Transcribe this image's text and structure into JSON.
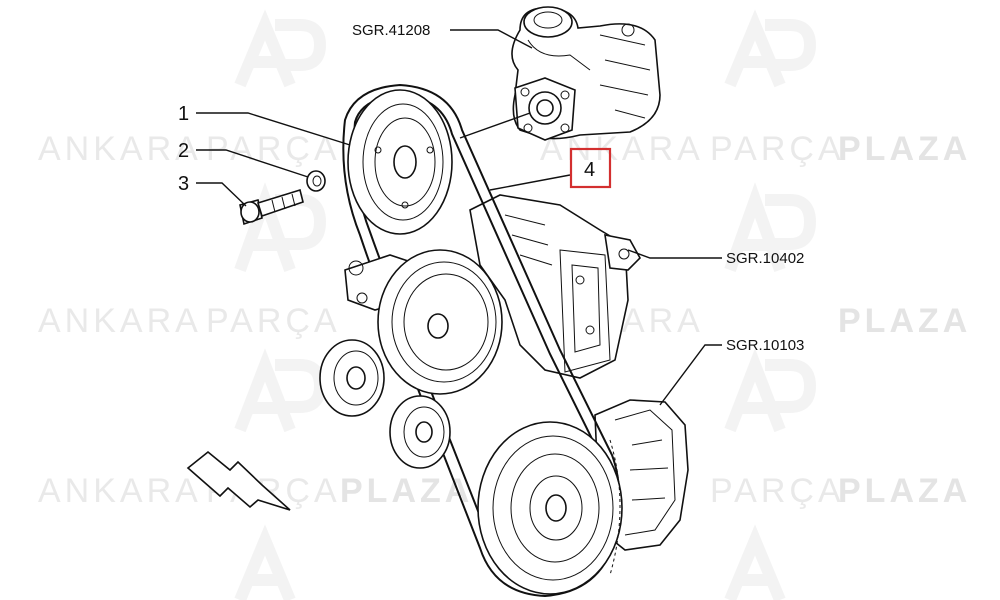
{
  "callouts": {
    "c1": "1",
    "c2": "2",
    "c3": "3",
    "c4": "4"
  },
  "references": {
    "top": "SGR.41208",
    "middle": "SGR.10402",
    "bottom": "SGR.10103"
  },
  "watermark": {
    "word1": "ANKARA",
    "word2": "PARÇA",
    "word3": "PLAZA",
    "logo": "AP"
  },
  "colors": {
    "highlight": "#d32f2f",
    "line": "#111111",
    "watermark": "#e6e6e6"
  }
}
